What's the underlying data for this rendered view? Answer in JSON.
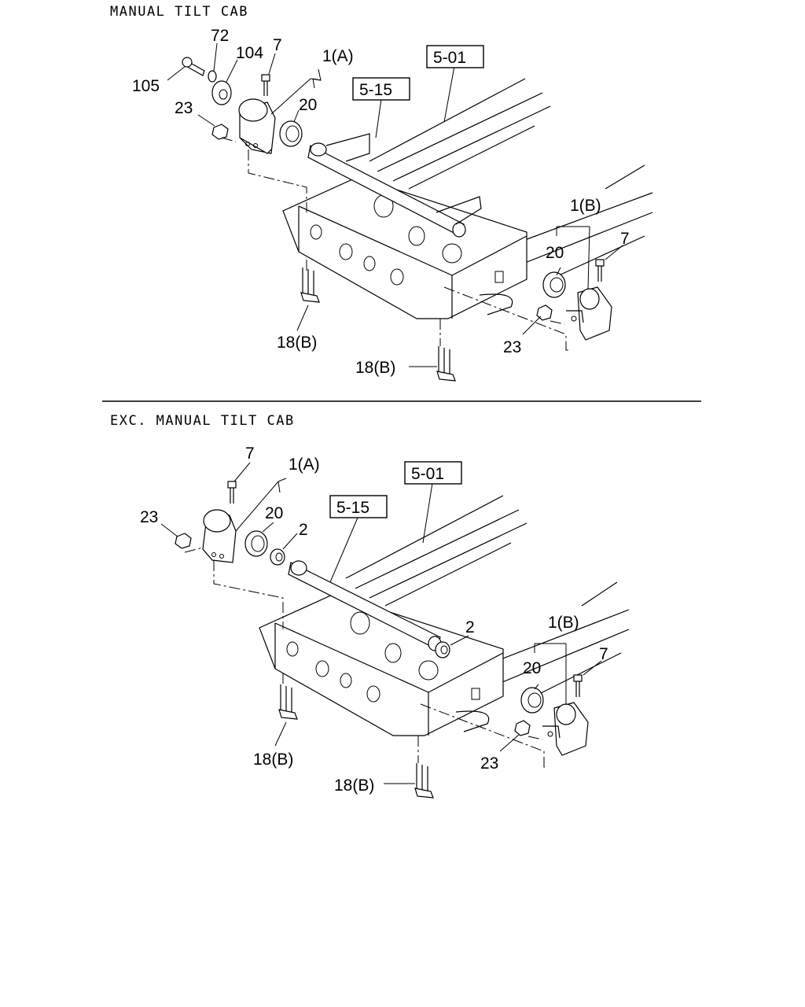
{
  "sections": [
    {
      "heading": "MANUAL TILT CAB",
      "callouts": {
        "p105": "105",
        "p72": "72",
        "p104": "104",
        "p7a": "7",
        "p1a": "1(A)",
        "p23a": "23",
        "p20a": "20",
        "ref501": "5-01",
        "ref515": "5-15",
        "p1b": "1(B)",
        "p7b": "7",
        "p20b": "20",
        "p23b": "23",
        "p18a": "18(B)",
        "p18b": "18(B)"
      }
    },
    {
      "heading": "EXC. MANUAL TILT CAB",
      "callouts": {
        "p7a": "7",
        "p1a": "1(A)",
        "p23a": "23",
        "p20a": "20",
        "p2a": "2",
        "ref501": "5-01",
        "ref515": "5-15",
        "p2b": "2",
        "p1b": "1(B)",
        "p7b": "7",
        "p20b": "20",
        "p23b": "23",
        "p18a": "18(B)",
        "p18b": "18(B)"
      }
    }
  ]
}
